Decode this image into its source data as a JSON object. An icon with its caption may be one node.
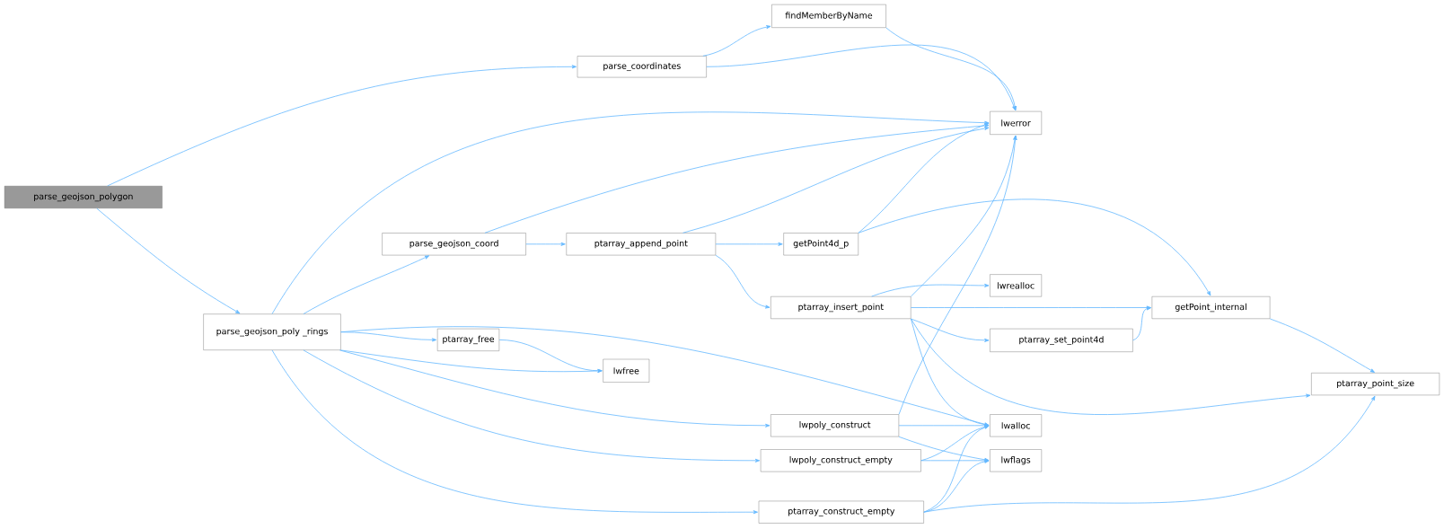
{
  "diagram": {
    "nodes": [
      {
        "text": [
          "parse_geojson_polygon"
        ]
      },
      {
        "text": [
          "parse_coordinates"
        ]
      },
      {
        "text": [
          "findMemberByName"
        ]
      },
      {
        "text": [
          "lwerror"
        ]
      },
      {
        "text": [
          "parse_geojson_poly _rings"
        ]
      },
      {
        "text": [
          "parse_geojson_coord"
        ]
      },
      {
        "text": [
          "ptarray_append_point"
        ]
      },
      {
        "text": [
          "getPoint4d_p"
        ]
      },
      {
        "text": [
          "lwrealloc"
        ]
      },
      {
        "text": [
          "ptarray_insert_point"
        ]
      },
      {
        "text": [
          "getPoint_internal"
        ]
      },
      {
        "text": [
          "ptarray_set_point4d"
        ]
      },
      {
        "text": [
          "ptarray_point_size"
        ]
      },
      {
        "text": [
          "ptarray_free"
        ]
      },
      {
        "text": [
          "lwfree"
        ]
      },
      {
        "text": [
          "lwpoly_construct"
        ]
      },
      {
        "text": [
          "lwalloc"
        ]
      },
      {
        "text": [
          "lwpoly_construct_empty"
        ]
      },
      {
        "text": [
          "lwflags"
        ]
      },
      {
        "text": [
          "ptarray_construct_empty"
        ]
      }
    ],
    "edges": [
      {
        "from": 0,
        "to": 1,
        "arrow": "to"
      },
      {
        "from": 0,
        "to": 4,
        "arrow": "to"
      },
      {
        "from": 1,
        "to": 2,
        "arrow": "to"
      },
      {
        "from": 1,
        "to": 3,
        "arrow": "to"
      },
      {
        "from": 2,
        "to": 3,
        "arrow": "to"
      },
      {
        "from": 4,
        "to": 3,
        "arrow": "to"
      },
      {
        "from": 4,
        "to": 5,
        "arrow": "to"
      },
      {
        "from": 4,
        "to": 13,
        "arrow": "to"
      },
      {
        "from": 4,
        "to": 14,
        "arrow": "to"
      },
      {
        "from": 4,
        "to": 16,
        "arrow": "to"
      },
      {
        "from": 4,
        "to": 15,
        "arrow": "to"
      },
      {
        "from": 4,
        "to": 17,
        "arrow": "to"
      },
      {
        "from": 4,
        "to": 19,
        "arrow": "to"
      },
      {
        "from": 5,
        "to": 6,
        "arrow": "to"
      },
      {
        "from": 5,
        "to": 3,
        "arrow": "to"
      },
      {
        "from": 6,
        "to": 3,
        "arrow": "to"
      },
      {
        "from": 6,
        "to": 7,
        "arrow": "to"
      },
      {
        "from": 6,
        "to": 9,
        "arrow": "to"
      },
      {
        "from": 7,
        "to": 3,
        "arrow": "to"
      },
      {
        "from": 7,
        "to": 10,
        "arrow": "to"
      },
      {
        "from": 9,
        "to": 3,
        "arrow": "to"
      },
      {
        "from": 9,
        "to": 8,
        "arrow": "to"
      },
      {
        "from": 9,
        "to": 10,
        "arrow": "to"
      },
      {
        "from": 9,
        "to": 11,
        "arrow": "to"
      },
      {
        "from": 9,
        "to": 16,
        "arrow": "to"
      },
      {
        "from": 9,
        "to": 12,
        "arrow": "to"
      },
      {
        "from": 10,
        "to": 12,
        "arrow": "to"
      },
      {
        "from": 11,
        "to": 10,
        "arrow": "to"
      },
      {
        "from": 13,
        "to": 14,
        "arrow": "to"
      },
      {
        "from": 15,
        "to": 3,
        "arrow": "to"
      },
      {
        "from": 15,
        "to": 16,
        "arrow": "to"
      },
      {
        "from": 15,
        "to": 18,
        "arrow": "to"
      },
      {
        "from": 17,
        "to": 16,
        "arrow": "to"
      },
      {
        "from": 17,
        "to": 18,
        "arrow": "to"
      },
      {
        "from": 19,
        "to": 16,
        "arrow": "to"
      },
      {
        "from": 19,
        "to": 18,
        "arrow": "to"
      },
      {
        "from": 19,
        "to": 12,
        "arrow": "to"
      }
    ]
  }
}
